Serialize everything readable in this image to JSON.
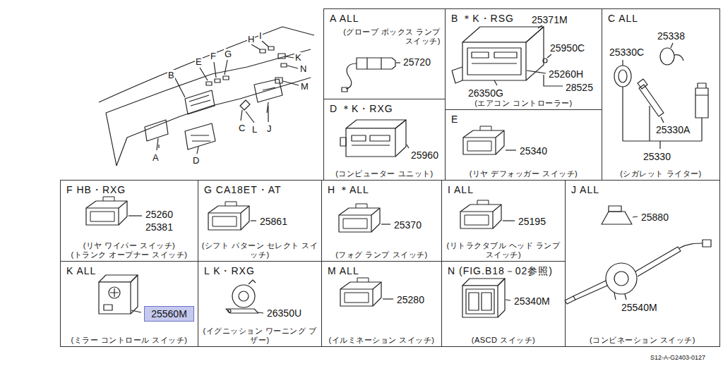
{
  "diagram": {
    "nodes": [
      {
        "text": [
          "A ALL",
          "(グローブ ボックス ランプ スイッチ)"
        ]
      },
      {
        "text": [
          "B ＊K・RSG",
          "(エアコン コントローラー)"
        ]
      },
      {
        "text": [
          "C ALL",
          "(シガレット ライター)"
        ]
      },
      {
        "text": [
          "D ＊K・RXG",
          "(コンピューター ユニット)"
        ]
      },
      {
        "text": [
          "E",
          "(リヤ デフォッガー スイッチ)"
        ]
      },
      {
        "text": [
          "F HB・RXG",
          "(リヤ ワイパー スイッチ)",
          "(トランク オープナー スイッチ)"
        ]
      },
      {
        "text": [
          "G CA18ET・AT",
          "(シフト パターン セレクト スイッチ)"
        ]
      },
      {
        "text": [
          "H ＊ALL",
          "(フォグ ランプ スイッチ)"
        ]
      },
      {
        "text": [
          "I ALL",
          "(リトラクタブル ヘッド ランプ スイッチ)"
        ]
      },
      {
        "text": [
          "J ALL",
          "(コンビネーション スイッチ)"
        ]
      },
      {
        "text": [
          "K ALL",
          "(ミラー コントロール スイッチ)"
        ]
      },
      {
        "text": [
          "25560M"
        ],
        "in": 10
      },
      {
        "text": [
          "L K・RXG",
          "(イグニッション ワーニング ブザー)"
        ]
      },
      {
        "text": [
          "M ALL",
          "(イルミネーション スイッチ)"
        ]
      },
      {
        "text": [
          "N (FIG.B18－02参照)",
          "(ASCD スイッチ)"
        ]
      }
    ],
    "labels": [
      "A",
      "B",
      "C",
      "D",
      "E",
      "F",
      "G",
      "H",
      "I",
      "J",
      "K",
      "L",
      "M",
      "N",
      "25720",
      "25371M",
      "25950C",
      "25260H",
      "28525",
      "26350G",
      "25338",
      "25330C",
      "25330A",
      "25330",
      "25960",
      "25340",
      "25260",
      "25381",
      "25861",
      "25370",
      "25195",
      "25880",
      "25540M",
      "26350U",
      "25280",
      "25340M",
      "S12-A-G2403-0127"
    ]
  }
}
